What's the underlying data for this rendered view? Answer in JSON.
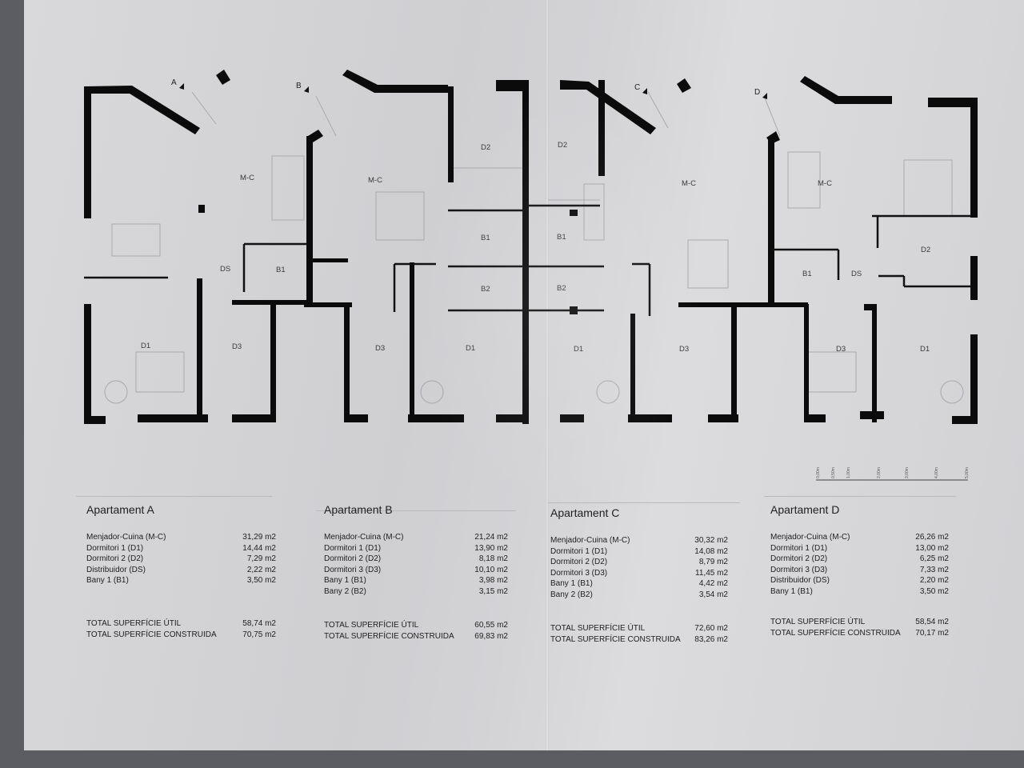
{
  "room_labels": {
    "mc": "M-C",
    "ds": "DS",
    "b1": "B1",
    "b2": "B2",
    "d1": "D1",
    "d2": "D2",
    "d3": "D3"
  },
  "entrances": {
    "a": "A",
    "b": "B",
    "c": "C",
    "d": "D"
  },
  "apartments": [
    {
      "title": "Apartament A",
      "rooms": [
        {
          "name": "Menjador-Cuina (M-C)",
          "area": "31,29 m2"
        },
        {
          "name": "Dormitori 1 (D1)",
          "area": "14,44 m2"
        },
        {
          "name": "Dormitori 2 (D2)",
          "area": "7,29 m2"
        },
        {
          "name": "Distribuidor (DS)",
          "area": "2,22 m2"
        },
        {
          "name": "Bany 1 (B1)",
          "area": "3,50 m2"
        }
      ],
      "totals": [
        {
          "name": "TOTAL SUPERFÍCIE ÚTIL",
          "area": "58,74 m2"
        },
        {
          "name": "TOTAL SUPERFÍCIE CONSTRUIDA",
          "area": "70,75 m2"
        }
      ]
    },
    {
      "title": "Apartament B",
      "rooms": [
        {
          "name": "Menjador-Cuina (M-C)",
          "area": "21,24 m2"
        },
        {
          "name": "Dormitori 1 (D1)",
          "area": "13,90 m2"
        },
        {
          "name": "Dormitori 2 (D2)",
          "area": "8,18 m2"
        },
        {
          "name": "Dormitori 3 (D3)",
          "area": "10,10 m2"
        },
        {
          "name": "Bany 1 (B1)",
          "area": "3,98 m2"
        },
        {
          "name": "Bany 2 (B2)",
          "area": "3,15 m2"
        }
      ],
      "totals": [
        {
          "name": "TOTAL SUPERFÍCIE ÚTIL",
          "area": "60,55 m2"
        },
        {
          "name": "TOTAL SUPERFÍCIE CONSTRUIDA",
          "area": "69,83 m2"
        }
      ]
    },
    {
      "title": "Apartament C",
      "rooms": [
        {
          "name": "Menjador-Cuina (M-C)",
          "area": "30,32 m2"
        },
        {
          "name": "Dormitori 1 (D1)",
          "area": "14,08 m2"
        },
        {
          "name": "Dormitori 2 (D2)",
          "area": "8,79 m2"
        },
        {
          "name": "Dormitori 3 (D3)",
          "area": "11,45 m2"
        },
        {
          "name": "Bany 1 (B1)",
          "area": "4,42 m2"
        },
        {
          "name": "Bany 2 (B2)",
          "area": "3,54 m2"
        }
      ],
      "totals": [
        {
          "name": "TOTAL SUPERFÍCIE ÚTIL",
          "area": "72,60 m2"
        },
        {
          "name": "TOTAL SUPERFÍCIE CONSTRUIDA",
          "area": "83,26 m2"
        }
      ]
    },
    {
      "title": "Apartament D",
      "rooms": [
        {
          "name": "Menjador-Cuina (M-C)",
          "area": "26,26 m2"
        },
        {
          "name": "Dormitori 1 (D1)",
          "area": "13,00 m2"
        },
        {
          "name": "Dormitori 2 (D2)",
          "area": "6,25 m2"
        },
        {
          "name": "Dormitori 3 (D3)",
          "area": "7,33 m2"
        },
        {
          "name": "Distribuidor (DS)",
          "area": "2,20 m2"
        },
        {
          "name": "Bany 1 (B1)",
          "area": "3,50 m2"
        }
      ],
      "totals": [
        {
          "name": "TOTAL SUPERFÍCIE ÚTIL",
          "area": "58,54 m2"
        },
        {
          "name": "TOTAL SUPERFÍCIE CONSTRUIDA",
          "area": "70,17 m2"
        }
      ]
    }
  ],
  "scale_bar": [
    "0,00m",
    "0,50m",
    "1,00m",
    "2,00m",
    "3,00m",
    "4,00m",
    "5,00m"
  ]
}
